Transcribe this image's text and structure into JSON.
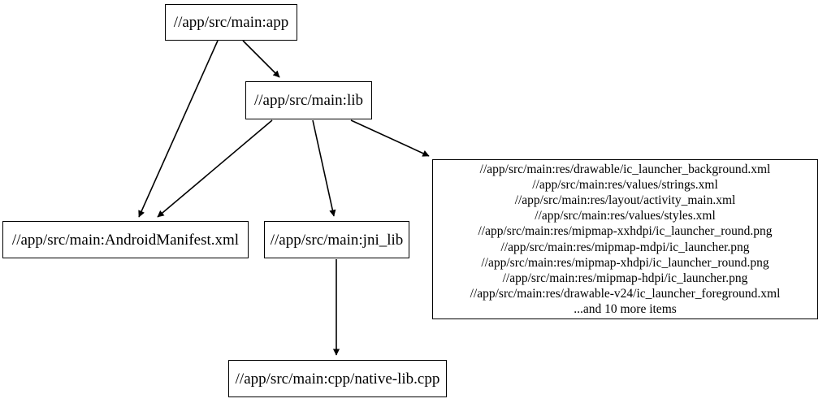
{
  "graph": {
    "type": "directed-dependency-graph",
    "title": "",
    "background_color": "#ffffff",
    "node_border_color": "#000000",
    "node_fill_color": "#ffffff",
    "edge_color": "#000000",
    "text_color": "#000000",
    "nodes": [
      {
        "id": "app",
        "label": "//app/src/main:app"
      },
      {
        "id": "lib",
        "label": "//app/src/main:lib"
      },
      {
        "id": "manifest",
        "label": "//app/src/main:AndroidManifest.xml"
      },
      {
        "id": "jni_lib",
        "label": "//app/src/main:jni_lib"
      },
      {
        "id": "native_lib",
        "label": "//app/src/main:cpp/native-lib.cpp"
      },
      {
        "id": "res",
        "label": "//app/src/main:res/drawable/ic_launcher_background.xml\n//app/src/main:res/values/strings.xml\n//app/src/main:res/layout/activity_main.xml\n//app/src/main:res/values/styles.xml\n//app/src/main:res/mipmap-xxhdpi/ic_launcher_round.png\n//app/src/main:res/mipmap-mdpi/ic_launcher.png\n//app/src/main:res/mipmap-xhdpi/ic_launcher_round.png\n//app/src/main:res/mipmap-hdpi/ic_launcher.png\n//app/src/main:res/drawable-v24/ic_launcher_foreground.xml\n...and 10 more items",
        "lines": [
          "//app/src/main:res/drawable/ic_launcher_background.xml",
          "//app/src/main:res/values/strings.xml",
          "//app/src/main:res/layout/activity_main.xml",
          "//app/src/main:res/values/styles.xml",
          "//app/src/main:res/mipmap-xxhdpi/ic_launcher_round.png",
          "//app/src/main:res/mipmap-mdpi/ic_launcher.png",
          "//app/src/main:res/mipmap-xhdpi/ic_launcher_round.png",
          "//app/src/main:res/mipmap-hdpi/ic_launcher.png",
          "//app/src/main:res/drawable-v24/ic_launcher_foreground.xml",
          "...and 10 more items"
        ]
      }
    ],
    "edges": [
      {
        "from": "app",
        "to": "lib"
      },
      {
        "from": "app",
        "to": "manifest"
      },
      {
        "from": "lib",
        "to": "manifest"
      },
      {
        "from": "lib",
        "to": "jni_lib"
      },
      {
        "from": "lib",
        "to": "res"
      },
      {
        "from": "jni_lib",
        "to": "native_lib"
      }
    ]
  }
}
